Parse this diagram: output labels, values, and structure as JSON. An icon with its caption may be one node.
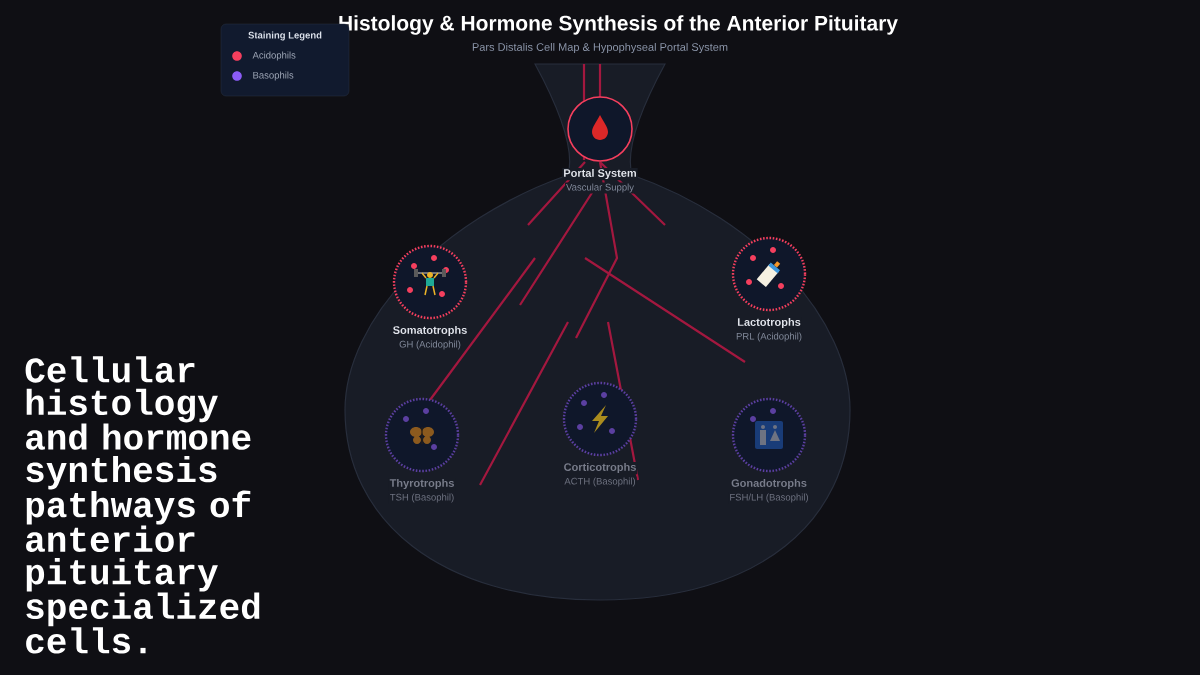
{
  "diagram": {
    "title": "Histology & Hormone Synthesis of the Anterior Pituitary",
    "caption": "Cellular histology and hormone synthesis pathways of anterior pituitary specialized cells.",
    "nodes": [
      {
        "text": [
          "Portal System",
          "Vascular Supply"
        ]
      },
      {
        "text": [
          "Somatotrophs",
          "GH (Acidophil)"
        ]
      },
      {
        "text": [
          "Lactotrophs",
          "PRL (Acidophil)"
        ]
      },
      {
        "text": [
          "Thyrotrophs",
          "TSH (Basophil)"
        ]
      },
      {
        "text": [
          "Corticotrophs",
          "ACTH (Basophil)"
        ]
      },
      {
        "text": [
          "Gonadotrophs",
          "FSH/LH (Basophil)"
        ]
      }
    ],
    "labels": [
      "Pars Distalis Cell Map & Hypophyseal Portal System",
      "Staining Legend"
    ],
    "legend": [
      {
        "text": "Acidophils",
        "color": "#f43f5e"
      },
      {
        "text": "Basophils",
        "color": "#8b5cf6"
      }
    ]
  }
}
